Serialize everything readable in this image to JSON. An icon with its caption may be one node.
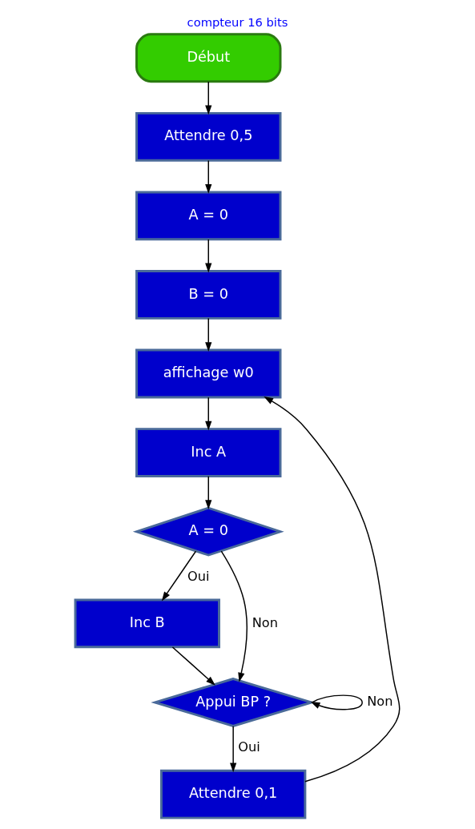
{
  "diagram": {
    "title": "compteur 16 bits",
    "nodes": [
      {
        "text": [
          "Début"
        ]
      },
      {
        "text": [
          "Attendre 0,5"
        ]
      },
      {
        "text": [
          "A = 0"
        ]
      },
      {
        "text": [
          "B = 0"
        ]
      },
      {
        "text": [
          "affichage w0"
        ]
      },
      {
        "text": [
          "Inc A"
        ]
      },
      {
        "text": [
          "A = 0"
        ]
      },
      {
        "text": [
          "Inc B"
        ]
      },
      {
        "text": [
          "Appui BP ?"
        ]
      },
      {
        "text": [
          "Attendre 0,1"
        ]
      }
    ],
    "edges": [
      {
        "from": 0,
        "to": 1,
        "arrow": "to"
      },
      {
        "from": 1,
        "to": 2,
        "arrow": "to"
      },
      {
        "from": 2,
        "to": 3,
        "arrow": "to"
      },
      {
        "from": 3,
        "to": 4,
        "arrow": "to"
      },
      {
        "from": 4,
        "to": 5,
        "arrow": "to"
      },
      {
        "from": 5,
        "to": 6,
        "arrow": "to"
      },
      {
        "from": 6,
        "to": 7,
        "arrow": "to",
        "label": "Oui"
      },
      {
        "from": 6,
        "to": 8,
        "arrow": "to",
        "label": "Non"
      },
      {
        "from": 7,
        "to": 8,
        "arrow": "to"
      },
      {
        "from": 8,
        "to": 9,
        "arrow": "to",
        "label": "Oui"
      },
      {
        "from": 8,
        "to": 8,
        "arrow": "to",
        "label": "Non"
      },
      {
        "from": 9,
        "to": 4,
        "arrow": "to"
      }
    ]
  }
}
